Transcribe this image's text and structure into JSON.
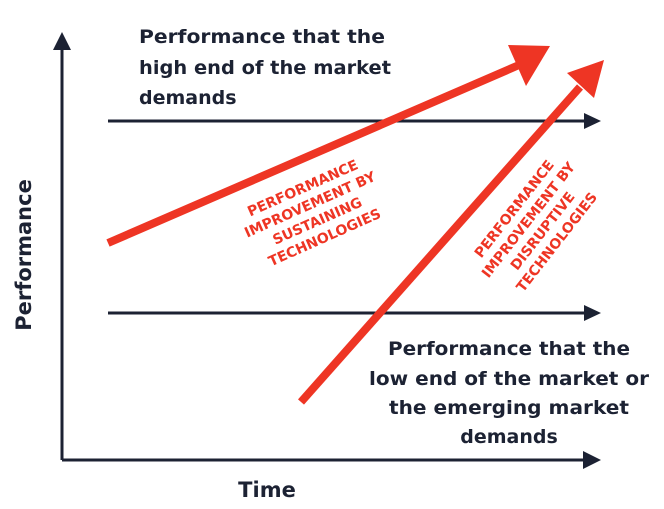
{
  "axes": {
    "x_label": "Time",
    "y_label": "Performance"
  },
  "high_end": {
    "lines": [
      "Performance that the",
      "high end of the market",
      "demands"
    ]
  },
  "low_end": {
    "lines": [
      "Performance that the",
      "low end of the market or",
      "the emerging market",
      "demands"
    ]
  },
  "sustaining": {
    "lines": [
      "PERFORMANCE",
      "IMPROVEMENT BY",
      "SUSTAINING",
      "TECHNOLOGIES"
    ]
  },
  "disruptive": {
    "lines": [
      "PERFORMANCE",
      "IMPROVEMENT BY",
      "DISRUPTIVE",
      "TECHNOLOGIES"
    ]
  },
  "colors": {
    "ink": "#1c2233",
    "accent": "#ee3524"
  }
}
